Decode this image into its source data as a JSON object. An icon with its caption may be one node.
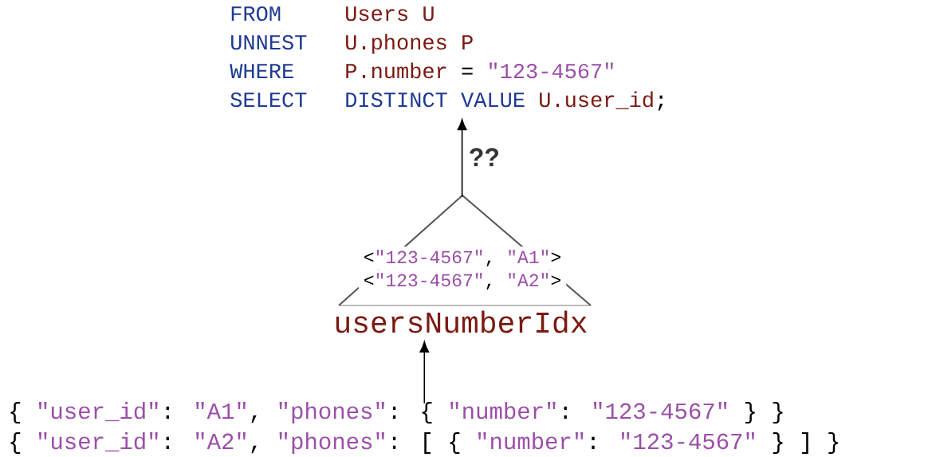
{
  "diagram": {
    "nodes": [
      {
        "text": [
          "FROM",
          "Users U",
          "UNNEST",
          "U.phones P",
          "WHERE",
          "P.number = \"123-4567\"",
          "SELECT",
          "DISTINCT VALUE U.user_id;"
        ]
      },
      {
        "text": [
          "<\"123-4567\", \"A1\">",
          "<\"123-4567\", \"A2\">",
          "usersNumberIdx"
        ]
      },
      {
        "text": [
          "{ \"user_id\": \"A1\", \"phones\": { \"number\": \"123-4567\" } }",
          "{ \"user_id\": \"A2\", \"phones\": [ { \"number\": \"123-4567\" } ] }"
        ]
      }
    ],
    "edges": [
      {
        "from": 2,
        "to": 1,
        "arrow": "to"
      },
      {
        "from": 1,
        "to": 0,
        "arrow": "to",
        "label": "??"
      }
    ]
  }
}
